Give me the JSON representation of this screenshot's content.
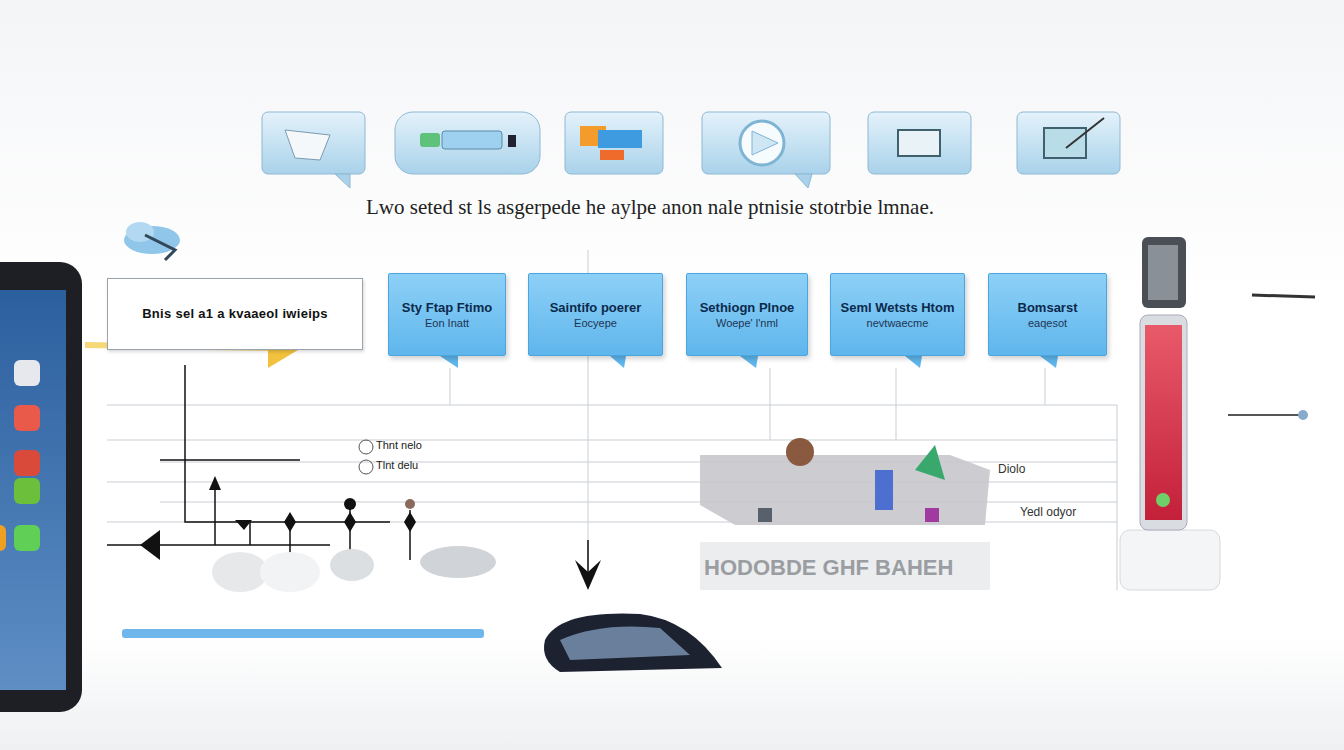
{
  "diagram": {
    "title": "Lwo seted st ls asgerpede he aylpe anon nale ptnisie stotrbie lmnae.",
    "nodes": [
      {
        "text": [
          "Bnis sel a1 a kvaaeol iwieips"
        ]
      },
      {
        "text": [
          "Sty Ftap Ftimo",
          "Eon Inatt"
        ]
      },
      {
        "text": [
          "Saintifo poerer",
          "Eocyepe"
        ]
      },
      {
        "text": [
          "Sethiogn Plnoe",
          "Woepe' l'nml"
        ]
      },
      {
        "text": [
          "Seml Wetsts Htom",
          "nevtwaecme"
        ]
      },
      {
        "text": [
          "Bomsarst",
          "eaqesot"
        ]
      }
    ],
    "labels": [
      "Thnt nelo",
      "Tlnt delu",
      "Diolo",
      "Yedl odyor",
      "HODOBDE GHF BAHEH"
    ]
  }
}
